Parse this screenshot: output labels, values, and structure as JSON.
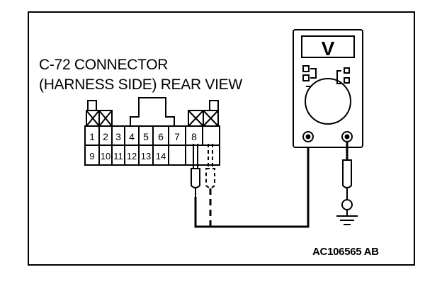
{
  "connector": {
    "title_line1": "C-72 CONNECTOR",
    "title_line2": "(HARNESS SIDE) REAR VIEW",
    "top_row": [
      "1",
      "2",
      "3",
      "4",
      "5",
      "6",
      "7",
      "8"
    ],
    "bottom_row": [
      "9",
      "10",
      "11",
      "12",
      "13",
      "14"
    ]
  },
  "meter": {
    "display_symbol": "V"
  },
  "reference_code": "AC106565 AB"
}
